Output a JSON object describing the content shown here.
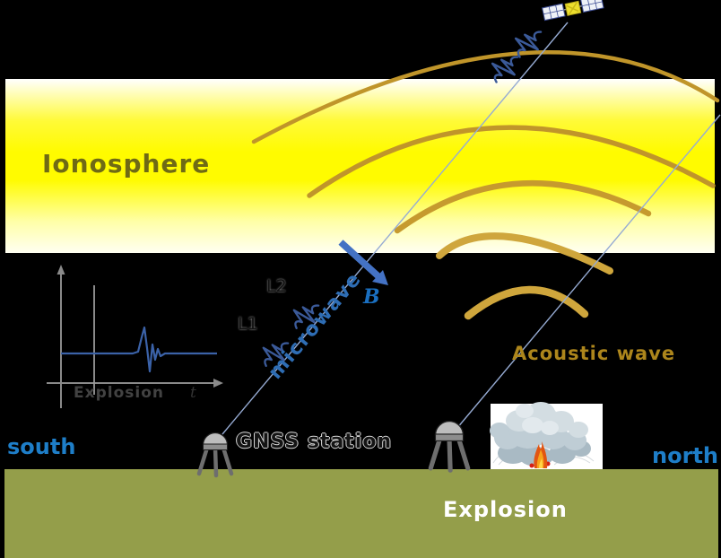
{
  "scene": {
    "background_color": "#000000",
    "ionosphere_peak_color": "#fffb00",
    "ground_color": "#949e4a",
    "acoustic_arc_color": "#c0952a",
    "signal_line_color": "#96abd3",
    "direction_label_color": "#1e7ec8",
    "microwave_text_color": "#2e6db4",
    "b_arrow_color": "#4472c4"
  },
  "labels": {
    "ionosphere": "Ionosphere",
    "acoustic_wave": "Acoustic wave",
    "microwave": "microwave",
    "magnetic_field": "B",
    "l1": "L1",
    "l2": "L2",
    "south": "south",
    "north": "north",
    "gnss_station": "GNSS station",
    "explosion_ground": "Explosion"
  },
  "inset_plot": {
    "event_label": "Explosion",
    "time_axis_label": "t"
  },
  "icons": {
    "satellite": "satellite-icon",
    "gnss_antenna": "gnss-antenna-icon",
    "explosion_cloud": "explosion-cloud-icon",
    "microwave_wave": "wave-squiggle-icon",
    "b_vector": "b-field-arrow"
  }
}
